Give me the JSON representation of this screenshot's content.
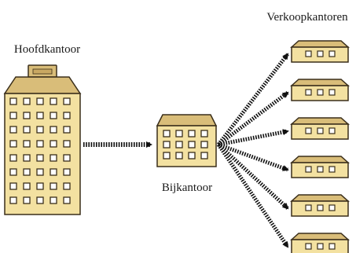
{
  "labels": {
    "head_office": "Hoofdkantoor",
    "branch_office": "Bijkantoor",
    "sales_offices": "Verkoopkantoren"
  },
  "colors": {
    "building_fill": "#f3e1a1",
    "roof_fill": "#d9bd79",
    "window_fill": "#ffffff",
    "outline": "#3a2e1a",
    "arrow": "#111111"
  },
  "icons": {
    "head_office": "office-tower-icon",
    "branch_office": "office-building-icon",
    "sales_office": "small-office-icon",
    "link": "dotted-arrow-icon"
  },
  "diagram": {
    "sales_office_count": 6
  }
}
